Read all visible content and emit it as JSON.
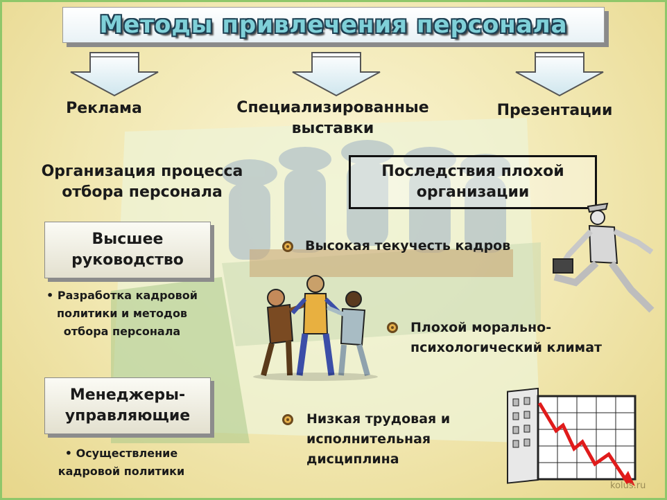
{
  "title": "Методы привлечения персонала",
  "methods": [
    {
      "label": "Реклама"
    },
    {
      "line1": "Специализированные",
      "line2": "выставки"
    },
    {
      "label": "Презентации"
    }
  ],
  "selection": {
    "line1": "Организация процесса",
    "line2": "отбора персонала"
  },
  "consequences": {
    "line1": "Последствия плохой",
    "line2": "организации"
  },
  "top_management": {
    "line1": "Высшее",
    "line2": "руководство",
    "bullet": "•",
    "b1": "Разработка кадровой",
    "b2": "политики и методов",
    "b3": "отбора персонала"
  },
  "managers": {
    "line1": "Менеджеры-",
    "line2": "управляющие",
    "bullet": "•",
    "b1": "Осуществление",
    "b2": "кадровой политики"
  },
  "effects": [
    {
      "line1": "Высокая текучесть кадров"
    },
    {
      "line1": "Плохой морально-",
      "line2": "психологический климат"
    },
    {
      "line1": "Низкая трудовая и",
      "line2": "исполнительная",
      "line3": "дисциплина"
    }
  ],
  "watermark": "kolus.ru",
  "colors": {
    "title_fill": "#7fd0d8",
    "title_outline": "#1d3f52",
    "frame": "#8fc76a",
    "chart_line": "#e01b1b"
  },
  "icons": [
    "down-arrow-icon",
    "gear-bullet-icon",
    "running-businessman-illustration",
    "arguing-workers-illustration",
    "falling-chart-illustration"
  ]
}
